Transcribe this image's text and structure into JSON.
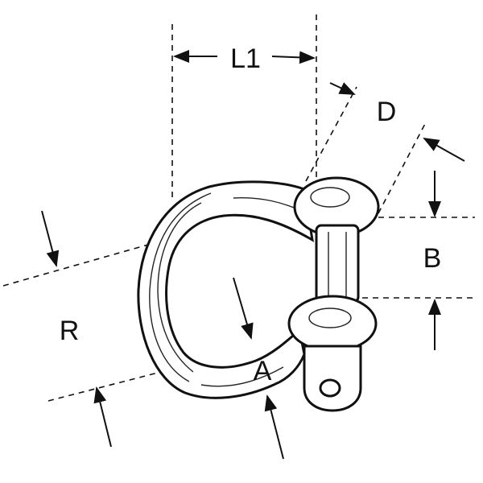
{
  "diagram": {
    "labels": {
      "L1": "L1",
      "D": "D",
      "B": "B",
      "R": "R",
      "A": "A"
    },
    "colors": {
      "ink": "#111111",
      "background": "#ffffff"
    }
  }
}
